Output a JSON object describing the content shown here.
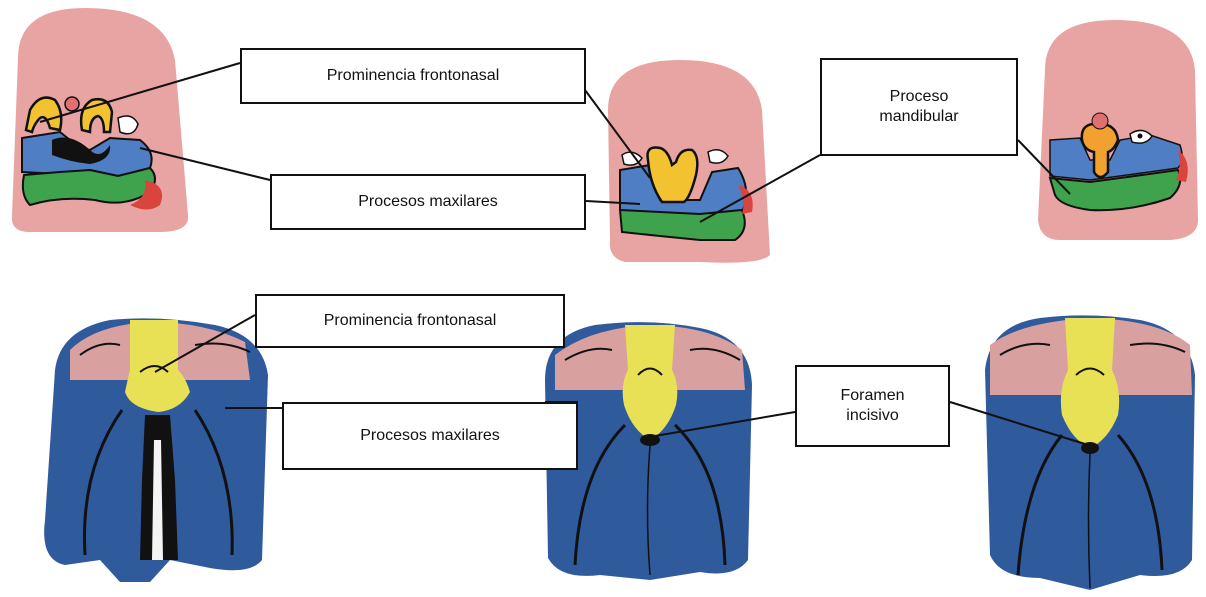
{
  "labels": {
    "frontonasal_top": "Prominencia frontonasal",
    "maxilares_top": "Procesos maxilares",
    "mandibular": {
      "line1": "Proceso",
      "line2": "mandibular"
    },
    "frontonasal_bottom": "Prominencia frontonasal",
    "maxilares_bottom": "Procesos maxilares",
    "foramen": {
      "line1": "Foramen",
      "line2": "incisivo"
    }
  },
  "colors": {
    "skin": "#e8a3a3",
    "skin_dark": "#d98a8a",
    "frontonasal": "#f2c230",
    "maxillary": "#4f7ec4",
    "maxillary_dark": "#2f5a9c",
    "mandibular": "#3fa34d",
    "outline": "#111111",
    "nose_pink": "#e07070",
    "palate_blue": "#2d5590",
    "palate_yellow": "#e9e155"
  }
}
